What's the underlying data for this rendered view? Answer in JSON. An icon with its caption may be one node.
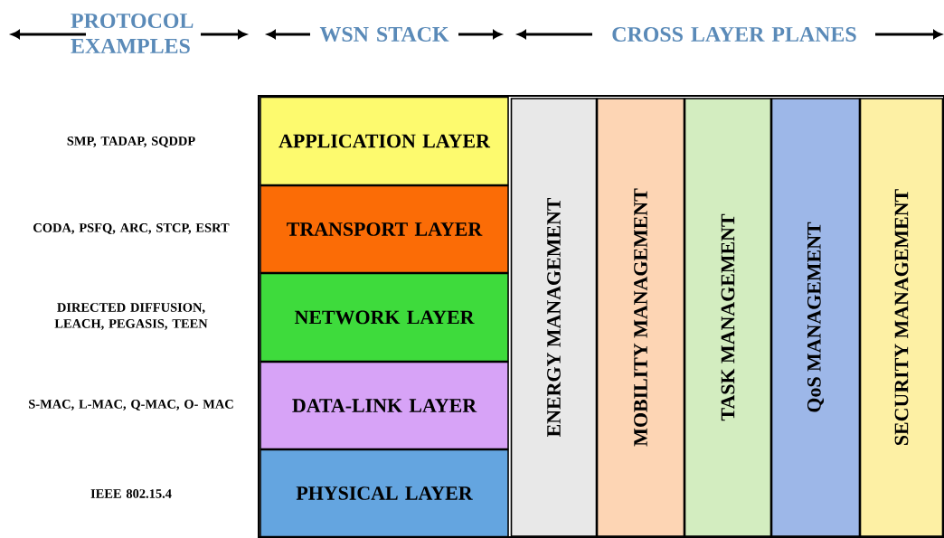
{
  "diagram": {
    "nodes": [
      {
        "text": [
          "APPLICATION LAYER"
        ]
      },
      {
        "text": [
          "TRANSPORT LAYER"
        ]
      },
      {
        "text": [
          "NETWORK LAYER"
        ]
      },
      {
        "text": [
          "DATA-LINK LAYER"
        ]
      },
      {
        "text": [
          "PHYSICAL LAYER"
        ]
      },
      {
        "text": [
          "ENERGY MANAGEMENT"
        ]
      },
      {
        "text": [
          "MOBILITY MANAGEMENT"
        ]
      },
      {
        "text": [
          "TASK MANAGEMENT"
        ]
      },
      {
        "text": [
          "QoS MANAGEMENT"
        ]
      },
      {
        "text": [
          "SECURITY MANAGEMENT"
        ]
      }
    ],
    "labels": [
      "PROTOCOL EXAMPLES",
      "WSN STACK",
      "CROSS LAYER PLANES",
      "SMP, TADAP, SQDDP",
      "CODA, PSFQ, ARC, STCP, ESRT",
      "DIRECTED DIFFUSION, LEACH, PEGASIS, TEEN",
      "S-MAC, L-MAC, Q-MAC, O- MAC",
      "IEEE 802.15.4"
    ]
  }
}
